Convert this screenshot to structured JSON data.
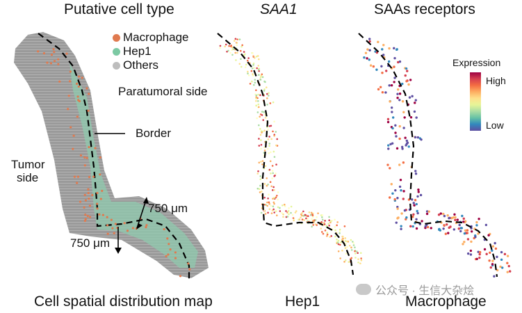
{
  "panels": {
    "left": {
      "title": "Putative cell type",
      "caption": "Cell spatial distribution map",
      "legend": [
        {
          "label": "Macrophage",
          "color": "#e07a4f"
        },
        {
          "label": "Hep1",
          "color": "#7cc9a3"
        },
        {
          "label": "Others",
          "color": "#bdbdbd"
        }
      ],
      "annotations": {
        "paratumoral": "Paratumoral side",
        "border": "Border",
        "tumor_line1": "Tumor",
        "tumor_line2": "side",
        "scale_right": "750 μm",
        "scale_left": "750 μm"
      }
    },
    "middle": {
      "title": "SAA1",
      "caption": "Hep1"
    },
    "right": {
      "title": "SAAs receptors",
      "caption": "Macrophage",
      "colorbar": {
        "title": "Expression",
        "high": "High",
        "low": "Low",
        "colors": [
          "#9e0142",
          "#d53e4f",
          "#f46d43",
          "#fdae61",
          "#fee08b",
          "#e6f598",
          "#abdda4",
          "#66c2a5",
          "#3288bd",
          "#5e4fa2"
        ]
      }
    }
  },
  "watermark": "公众号 · 生信大杂烩"
}
